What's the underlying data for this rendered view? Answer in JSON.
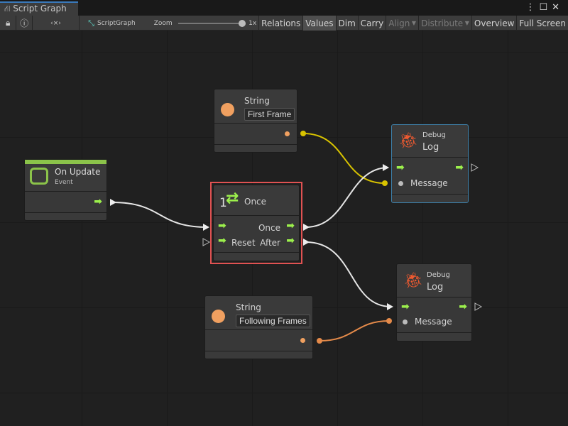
{
  "window": {
    "tab_title": "Script Graph",
    "controls": [
      "more-icon",
      "maximize-icon",
      "close-icon"
    ]
  },
  "toolbar": {
    "breadcrumb": "ScriptGraph",
    "zoom_label": "Zoom",
    "zoom_value": "1x",
    "zoom_level": 1.0,
    "buttons": [
      "Relations",
      "Values",
      "Dim",
      "Carry",
      "Align",
      "Distribute",
      "Overview",
      "Full Screen"
    ]
  },
  "nodes": {
    "on_update": {
      "title": "On Update",
      "subtitle": "Event",
      "accent": "#8bc34a"
    },
    "string1": {
      "title": "String",
      "value": "First Frame"
    },
    "once": {
      "title": "Once",
      "prefix": "1",
      "out_once": "Once",
      "in_reset": "Reset",
      "out_after": "After",
      "selected_color": "#e05252"
    },
    "log1": {
      "category": "Debug",
      "title": "Log",
      "port": "Message"
    },
    "log2": {
      "category": "Debug",
      "title": "Log",
      "port": "Message"
    },
    "string2": {
      "title": "String",
      "value": "Following Frames"
    }
  },
  "colors": {
    "control_flow": "#9cf04c",
    "string_port": "#f0a060",
    "yellow_edge": "#d8c300",
    "orange_edge": "#e48a4a"
  }
}
